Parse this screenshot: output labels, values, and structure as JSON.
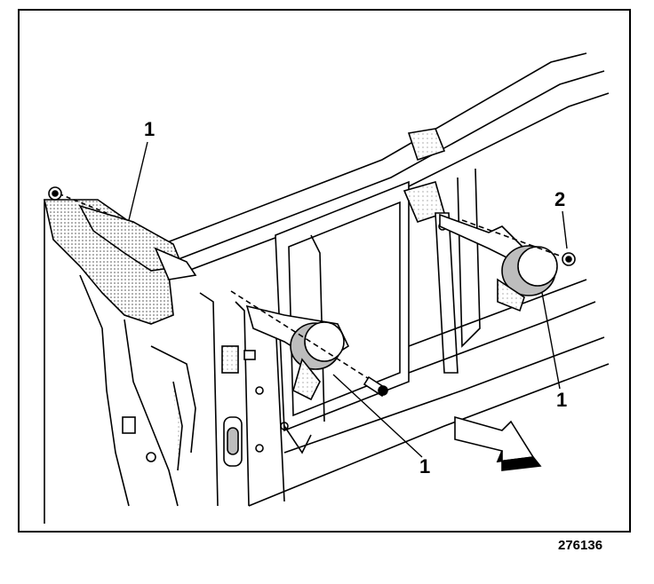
{
  "callouts": {
    "left_top": "1",
    "right_top": "2",
    "right_lower": "1",
    "bottom_center": "1"
  },
  "figure_number": "276136",
  "colors": {
    "ink": "#000000",
    "paper": "#ffffff",
    "shade": "#bdbdbd",
    "dark_shade": "#7a7a7a"
  },
  "icons": {
    "direction_arrow": "forward-arrow-icon"
  }
}
